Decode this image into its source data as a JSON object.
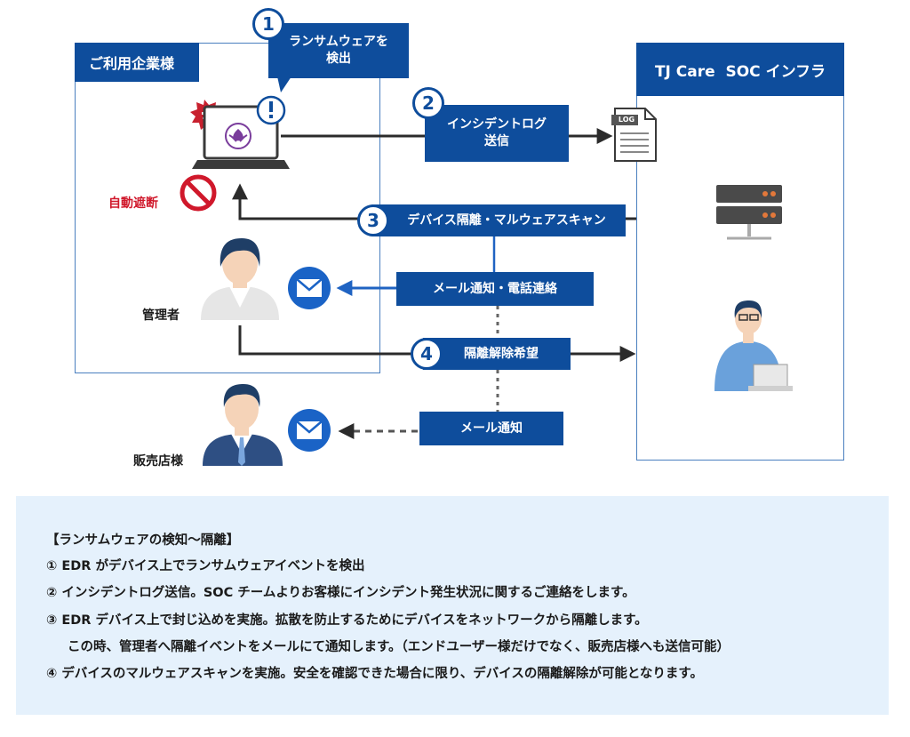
{
  "panels": {
    "customer_title": "ご利用企業様",
    "soc_title": "TJ Care  SOC インフラ"
  },
  "steps": {
    "step1": {
      "number": "1",
      "label": "ランサムウェアを\n検出"
    },
    "step2": {
      "number": "2",
      "label": "インシデントログ\n送信"
    },
    "step3": {
      "number": "3",
      "label": "デバイス隔離・マルウェアスキャン"
    },
    "step4": {
      "number": "4",
      "label": "隔離解除希望"
    }
  },
  "notifications": {
    "mail_phone": "メール通知・電話連絡",
    "mail_only": "メール通知"
  },
  "labels": {
    "auto_block": "自動遮断",
    "admin": "管理者",
    "reseller": "販売店様",
    "log_file": "LOG"
  },
  "note": {
    "title": "【ランサムウェアの検知〜隔離】",
    "lines": [
      "① EDR がデバイス上でランサムウェアイベントを検出",
      "② インシデントログ送信。SOC チームよりお客様にインシデント発生状況に関するご連絡をします。",
      "③ EDR デバイス上で封じ込めを実施。拡散を防止するためにデバイスをネットワークから隔離します。",
      "この時、管理者へ隔離イベントをメールにて通知します。（エンドユーザー様だけでなく、販売店様へも送信可能）",
      "④ デバイスのマルウェアスキャンを実施。安全を確認できた場合に限り、デバイスの隔離解除が可能となります。"
    ]
  },
  "colors": {
    "brand_blue": "#0e4d9c",
    "panel_border": "#4a7fbf",
    "alert_red": "#d0182b",
    "note_background": "#e5f1fc"
  },
  "icons": [
    "malware-icon",
    "alert-icon",
    "laptop-icon",
    "block-icon",
    "log-file-icon",
    "server-icon",
    "mail-icon",
    "admin-avatar",
    "reseller-avatar",
    "soc-operator-avatar"
  ]
}
